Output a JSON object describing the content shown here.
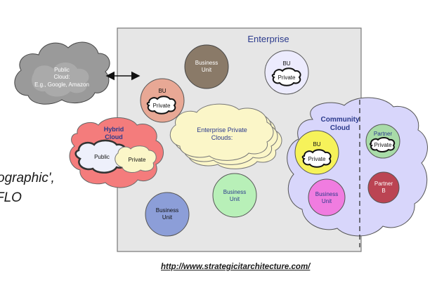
{
  "enterprise": {
    "title": "Enterprise"
  },
  "public_cloud": {
    "line1": "Public",
    "line2": "Cloud:",
    "line3": "E.g., Google, Amazon"
  },
  "hybrid_cloud": {
    "line1": "Hybrid",
    "line2": "Cloud",
    "public_label": "Public",
    "private_label": "Private"
  },
  "community_cloud": {
    "line1": "Community",
    "line2": "Cloud"
  },
  "enterprise_private_clouds": {
    "line1": "Enterprise Private",
    "line2": "Clouds:"
  },
  "units": {
    "bu_top_center": {
      "line1": "Business",
      "line2": "Unit"
    },
    "bu_top_right": {
      "label": "BU",
      "private": "Private"
    },
    "bu_left": {
      "label": "BU",
      "private": "Private"
    },
    "bu_mid_green": {
      "line1": "Business",
      "line2": "Unit"
    },
    "bu_bottom_blue": {
      "line1": "Business",
      "line2": "Unit"
    },
    "bu_community_yellow": {
      "label": "BU",
      "private": "Private"
    },
    "bu_community_pink": {
      "line1": "Business",
      "line2": "Unit"
    }
  },
  "partners": {
    "partner_a": {
      "label": "Partner",
      "private": "Private"
    },
    "partner_b": {
      "line1": "Partner",
      "line2": "B"
    }
  },
  "side_text": {
    "line1": "ographic',",
    "line2": "FLO"
  },
  "source_url": "http://www.strategicitarchitecture.com/",
  "colors": {
    "enterprise_bg": "#e6e6e6",
    "public_cloud": "#9a9a9a",
    "hybrid_cloud": "#f47c7c",
    "community_cloud": "#d8d6fb",
    "private_cloud": "#fbf6c8",
    "unit_brown": "#8a7a68",
    "unit_lavender": "#ecebfd",
    "unit_salmon": "#e8a895",
    "unit_green": "#b8f0b8",
    "unit_blue": "#8c9ed8",
    "unit_yellow": "#f6f25a",
    "unit_pink": "#f07ce0",
    "partner_green": "#a8dba8",
    "partner_red": "#bb4453"
  }
}
